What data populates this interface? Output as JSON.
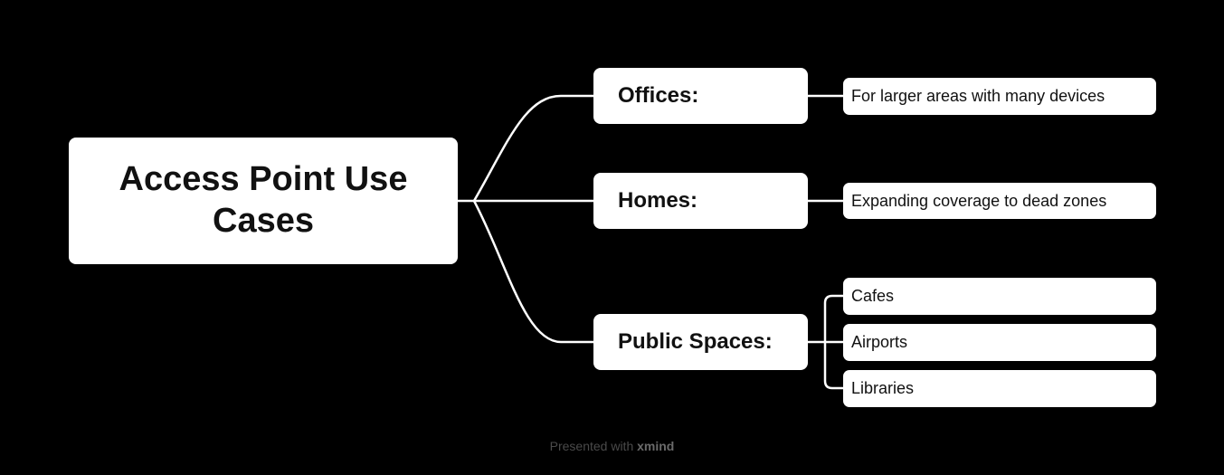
{
  "colors": {
    "background": "#000000",
    "node": "#ffffff",
    "line": "#ffffff",
    "text": "#111111"
  },
  "root": {
    "label": "Access Point Use Cases"
  },
  "branches": [
    {
      "label": "Offices:",
      "children": [
        "For larger areas with many devices"
      ]
    },
    {
      "label": "Homes:",
      "children": [
        "Expanding coverage to dead zones"
      ]
    },
    {
      "label": "Public Spaces:",
      "children": [
        "Cafes",
        "Airports",
        "Libraries"
      ]
    }
  ],
  "footer": {
    "prefix": "Presented with",
    "brand": "xmind"
  }
}
